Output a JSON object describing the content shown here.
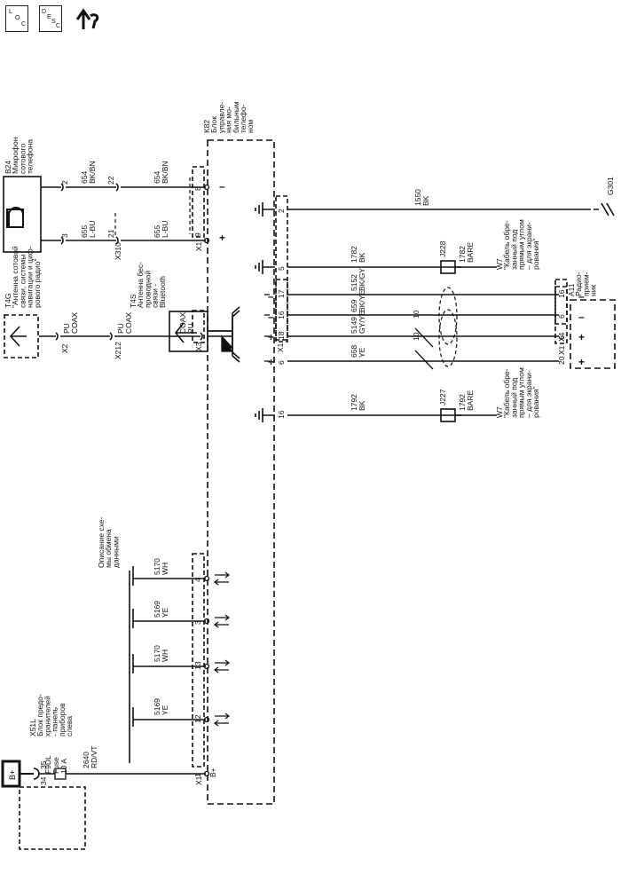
{
  "toolbar": {
    "loc": {
      "l1": "L",
      "l2": "O",
      "l3": "C"
    },
    "desc": {
      "l1": "D",
      "l2": "E",
      "l3": "S",
      "l4": "C"
    },
    "icons": [
      "location-button-icon",
      "description-button-icon",
      "connector-exchange-icon"
    ]
  },
  "schematic": {
    "b24": {
      "id": "B24",
      "name": [
        "Микрофон",
        "сотового",
        "телефона"
      ]
    },
    "k82": {
      "id": "K82",
      "name": [
        "Блок",
        "управле-",
        "ния мо-",
        "бильным",
        "телефо-",
        "ном"
      ]
    },
    "t4g": {
      "id": "T4G",
      "name": [
        "\"Антенна сотовой",
        "связи, системы",
        "навигации и циф-",
        "рового радио\""
      ]
    },
    "t4s": {
      "id": "T4S",
      "name": [
        "Антенна бес-",
        "проводной",
        "связи -",
        "Bluetooth"
      ]
    },
    "x51l": {
      "id": "X51L",
      "name": [
        "Блок предо-",
        "хранителей",
        "- панель",
        "приборов",
        "слева"
      ]
    },
    "a11": {
      "id": "A11",
      "name": [
        "Радио-",
        "прием-",
        "ник"
      ]
    },
    "fuse": {
      "name": "F9DL",
      "word": "Fuse",
      "rating": "10 A",
      "pin_in": "34",
      "pin_out": "35"
    },
    "bplus_box": "B+",
    "bplus_pin": "B+",
    "data_desc": [
      "Описание схе-",
      "мы обмена",
      "данными"
    ],
    "g301": "G301",
    "connectors": {
      "x1": "X1",
      "x2": "X2",
      "x3": "X3",
      "x4": "X4",
      "x212": "X212",
      "x310": "X310",
      "j227": "J227",
      "j228": "J228"
    },
    "w7": {
      "id": "W7",
      "name": [
        "\"Кабель обре-",
        "занный под",
        "прямым углом",
        "– для экрани-",
        "рования\""
      ]
    },
    "wires": {
      "w654a": {
        "num": "654",
        "color": "BK/BN"
      },
      "w655a": {
        "num": "655",
        "color": "L-BU"
      },
      "w654b": {
        "num": "654",
        "color": "BK/BN"
      },
      "w655b": {
        "num": "655",
        "color": "L-BU"
      },
      "w2640": {
        "num": "2640",
        "color": "RD/VT"
      },
      "w5169a": {
        "num": "5169",
        "color": "YE"
      },
      "w5170a": {
        "num": "5170",
        "color": "WH"
      },
      "w5169b": {
        "num": "5169",
        "color": "YE"
      },
      "w5170b": {
        "num": "5170",
        "color": "WH"
      },
      "w1550": {
        "num": "1550",
        "color": "BK"
      },
      "w1782a": {
        "num": "1782",
        "color": "BK"
      },
      "w1782b": {
        "num": "1782",
        "color": "BARE"
      },
      "w659": {
        "num": "659",
        "color": "BK/YE"
      },
      "w658": {
        "num": "658",
        "color": "YE"
      },
      "w1792a": {
        "num": "1792",
        "color": "BK"
      },
      "w1792b": {
        "num": "1792",
        "color": "BARE"
      },
      "w5152": {
        "num": "5152",
        "color": "BK/GY"
      },
      "w5149": {
        "num": "5149",
        "color": "GY/YE"
      }
    },
    "coax": {
      "a": "PU",
      "b": "COAX",
      "c": "PU",
      "d": "COAX",
      "e": "COAX",
      "f": "PU"
    },
    "pins": {
      "b24_2": "2",
      "b24_3": "3",
      "x310_22": "22",
      "x310_21": "21",
      "k82_8": "8",
      "k82_9": "9",
      "k82_1": "1",
      "k82_12": "12",
      "k82_13": "13",
      "k82_3": "3",
      "k82_4": "4",
      "k82_2": "2",
      "k82_5": "5",
      "k82_16a": "16",
      "k82_6": "6",
      "k82_16b": "16",
      "k82_17": "17",
      "k82_18": "18",
      "a11_6a": "6",
      "a11_20": "20",
      "a11_16": "16",
      "a11_6b": "6"
    },
    "twist_a": "10",
    "twist_b": "10",
    "polarity": {
      "minus": "–",
      "plus": "+"
    }
  }
}
